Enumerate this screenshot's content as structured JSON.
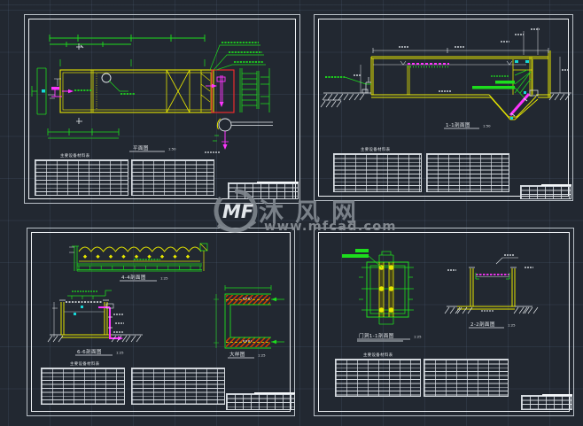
{
  "page": {
    "kind": "CAD multi-sheet drawing preview",
    "background_color": "#222831",
    "sheet_count": 4
  },
  "watermark": {
    "logo_text": "MF",
    "site_name": "沐风网",
    "site_url": "www.mfcad.com",
    "color": "#7e858d"
  },
  "palette": {
    "line_green": "#1ddd1d",
    "line_yellow": "#e6e600",
    "line_magenta": "#ff35ff",
    "line_red": "#ff2b2b",
    "line_white": "#e6eaee",
    "line_cyan": "#16d8d8",
    "sheet_border": "#eef1f4",
    "table_line": "#d4d9de"
  },
  "sheets": {
    "plan": {
      "title": "平面图",
      "scale": "1:50",
      "table_title": "主要设备材料表"
    },
    "section11": {
      "title": "1-1剖面图",
      "scale": "1:50",
      "table_title": "主要设备材料表"
    },
    "details": {
      "title_a": "4-4剖面图",
      "scale_a": "1:25",
      "title_b": "6-6剖面图",
      "scale_b": "1:25",
      "title_c": "大样图",
      "scale_c": "1:25",
      "table_title": "主要设备材料表"
    },
    "gate": {
      "title_a": "门洞1-1剖面图",
      "scale_a": "1:25",
      "title_b": "2-2剖面图",
      "scale_b": "1:25",
      "table_title": "主要设备材料表"
    }
  }
}
